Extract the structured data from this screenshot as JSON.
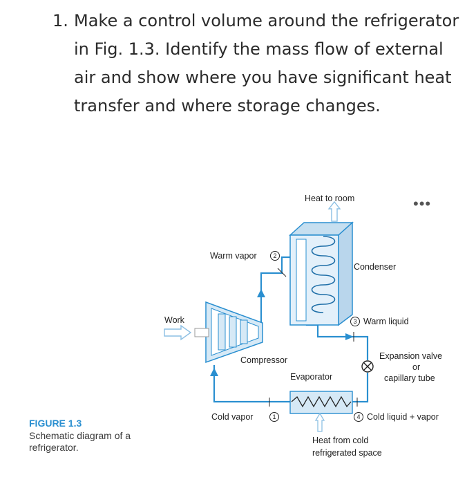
{
  "question": {
    "number": "1.",
    "text": "Make a control volume around the refrigerator in Fig. 1.3. Identify the mass flow of external air and show where you have significant heat transfer and where storage changes."
  },
  "menu": {
    "more_icon": "more-horizontal-icon",
    "more_glyph": "•••"
  },
  "caption": {
    "figure_label": "FIGURE 1.3",
    "description": "Schematic diagram of a refrigerator."
  },
  "diagram": {
    "heat_to_room": "Heat to room",
    "warm_vapor": "Warm vapor",
    "state_2": "2",
    "condenser": "Condenser",
    "work": "Work",
    "state_3": "3",
    "warm_liquid": "Warm liquid",
    "compressor": "Compressor",
    "expansion_valve": "Expansion valve",
    "or": "or",
    "capillary_tube": "capillary tube",
    "evaporator": "Evaporator",
    "cold_vapor": "Cold vapor",
    "state_1": "1",
    "state_4": "4",
    "cold_liquid_vapor": "Cold liquid + vapor",
    "heat_from_cold": "Heat from cold",
    "refrigerated_space": "refrigerated space"
  },
  "colors": {
    "pipe": "#2a8fd0",
    "accent": "#2a8fd0",
    "component_fill": "#d6e9f6",
    "text": "#2b2b2b"
  }
}
